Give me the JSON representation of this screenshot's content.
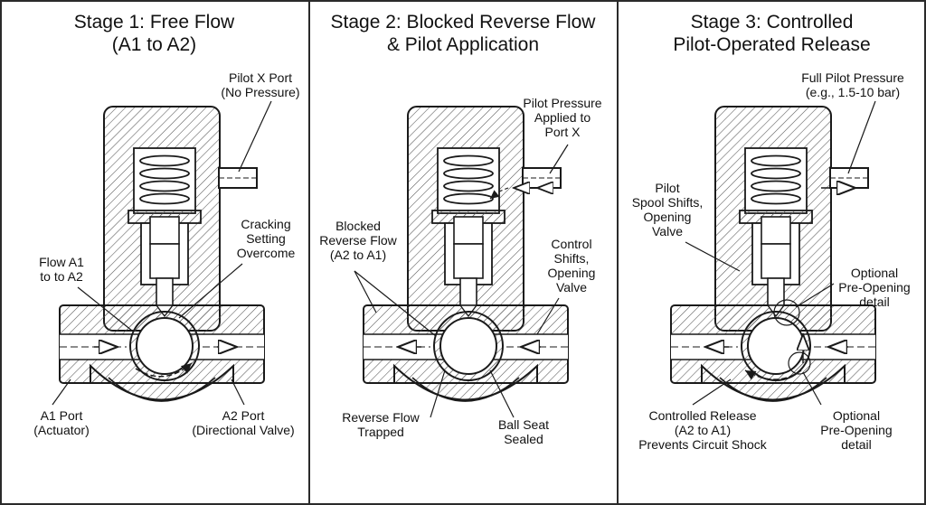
{
  "panels": [
    {
      "title": [
        "Stage 1: Free Flow",
        "(A1 to A2)"
      ],
      "labels": {
        "pilot_port": [
          "Pilot X Port",
          "(No Pressure)"
        ],
        "cracking": [
          "Cracking",
          "Setting",
          "Overcome"
        ],
        "flow": [
          "Flow A1",
          "to to A2"
        ],
        "a1_port": [
          "A1 Port",
          "(Actuator)"
        ],
        "a2_port": [
          "A2 Port",
          "(Directional Valve)"
        ]
      }
    },
    {
      "title": [
        "Stage 2: Blocked Reverse Flow",
        "& Pilot Application"
      ],
      "labels": {
        "pilot_pressure": [
          "Pilot Pressure",
          "Applied to",
          "Port X"
        ],
        "blocked": [
          "Blocked",
          "Reverse Flow",
          "(A2 to A1)"
        ],
        "control": [
          "Control",
          "Shifts,",
          "Opening",
          "Valve"
        ],
        "trapped": [
          "Reverse Flow",
          "Trapped"
        ],
        "seat": [
          "Ball Seat",
          "Sealed"
        ]
      }
    },
    {
      "title": [
        "Stage 3: Controlled",
        "Pilot-Operated Release"
      ],
      "labels": {
        "full_pilot": [
          "Full Pilot Pressure",
          "(e.g., 1.5-10 bar)"
        ],
        "spool": [
          "Pilot",
          "Spool Shifts,",
          "Opening",
          "Valve"
        ],
        "opt_top": [
          "Optional",
          "Pre-Opening",
          "detail"
        ],
        "opt_bottom": [
          "Optional",
          "Pre-Opening",
          "detail"
        ],
        "release": [
          "Controlled Release",
          "(A2 to A1)",
          "Prevents Circuit Shock"
        ]
      }
    }
  ],
  "colors": {
    "line": "#1a1a1a",
    "hatch": "#555555",
    "fill": "#ffffff"
  }
}
